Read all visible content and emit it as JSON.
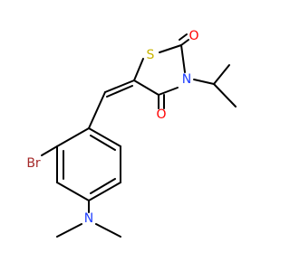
{
  "atoms": [
    {
      "id": "S",
      "label": "S",
      "color": "#c8b400"
    },
    {
      "id": "N_ring",
      "label": "N",
      "color": "#1f3fff"
    },
    {
      "id": "O_top",
      "label": "O",
      "color": "#ff0000"
    },
    {
      "id": "O_lower",
      "label": "O",
      "color": "#ff0000"
    },
    {
      "id": "Br",
      "label": "Br",
      "color": "#a52a2a"
    },
    {
      "id": "N_amine",
      "label": "N",
      "color": "#1f3fff"
    }
  ],
  "colors": {
    "bond": "#000000",
    "background": "#ffffff"
  }
}
